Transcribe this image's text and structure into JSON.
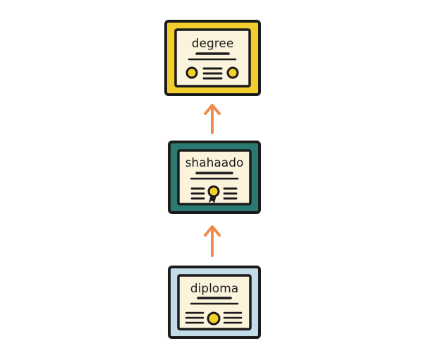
{
  "diagram": {
    "certificates": [
      {
        "id": "degree",
        "label": "degree",
        "frame_color": "#f2cd2e",
        "seal": "double"
      },
      {
        "id": "shahaado",
        "label": "shahaado",
        "frame_color": "#2a7a72",
        "seal": "ribbon"
      },
      {
        "id": "diploma",
        "label": "diploma",
        "frame_color": "#c4dbe8",
        "seal": "single"
      }
    ],
    "colors": {
      "arrow": "#f08a4b",
      "outline": "#1b1b1b",
      "paper": "#fbf3dc",
      "seal": "#f3d129"
    }
  }
}
